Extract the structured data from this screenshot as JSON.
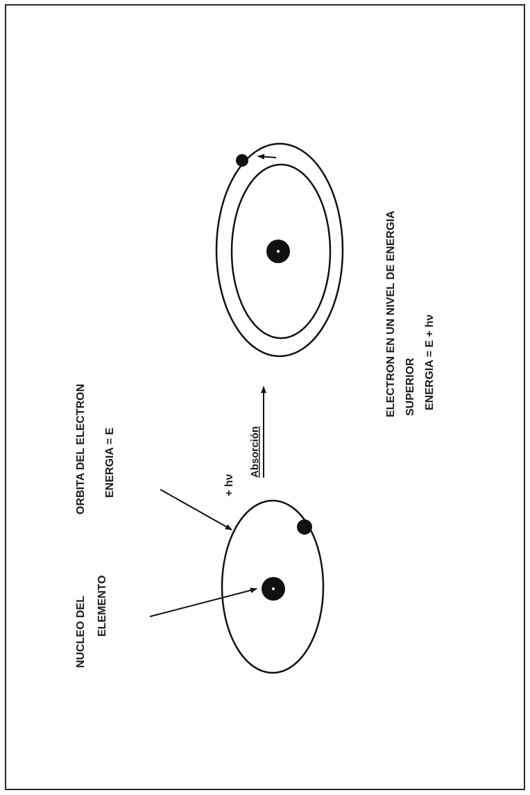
{
  "labels": {
    "nucleus_line1": "NUCLEO DEL",
    "nucleus_line2": "ELEMENTO",
    "orbit_line1": "ORBITA DEL ELECTRON",
    "orbit_line2": "ENERGIA = E",
    "photon": "+ hν",
    "absorption": "Absorción",
    "excited_line1": "ELECTRON EN UN NIVEL DE ENERGIA",
    "excited_line2": "SUPERIOR",
    "excited_line3": "ENERGIA  =  E + hν"
  },
  "colors": {
    "ink": "#111111",
    "frame": "#2a2a2a",
    "background": "#ffffff"
  }
}
